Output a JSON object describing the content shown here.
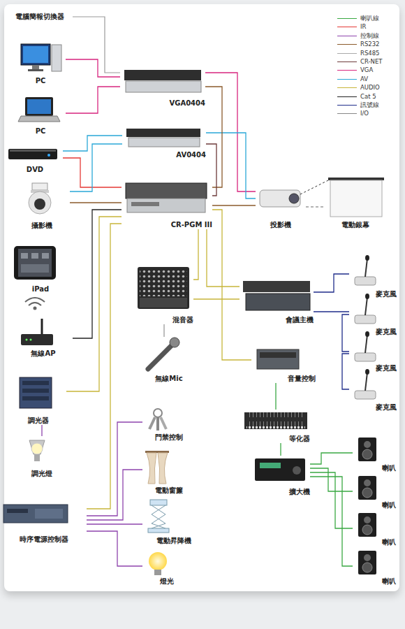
{
  "diagram": {
    "nodes": [
      {
        "text": [
          "PC"
        ]
      },
      {
        "text": [
          "PC"
        ]
      },
      {
        "text": [
          "DVD"
        ]
      },
      {
        "text": [
          "攝影機"
        ]
      },
      {
        "text": [
          "iPad"
        ]
      },
      {
        "text": [
          "無線AP"
        ]
      },
      {
        "text": [
          "調光器"
        ]
      },
      {
        "text": [
          "調光燈"
        ]
      },
      {
        "text": [
          "時序電源控制器"
        ]
      },
      {
        "text": [
          "VGA0404"
        ]
      },
      {
        "text": [
          "AV0404"
        ]
      },
      {
        "text": [
          "CR-PGM III"
        ]
      },
      {
        "text": [
          "投影機"
        ]
      },
      {
        "text": [
          "電動銀幕"
        ]
      },
      {
        "text": [
          "混音器"
        ]
      },
      {
        "text": [
          "無線Mic"
        ]
      },
      {
        "text": [
          "會議主機"
        ]
      },
      {
        "text": [
          "音量控制"
        ]
      },
      {
        "text": [
          "等化器"
        ]
      },
      {
        "text": [
          "擴大機"
        ]
      },
      {
        "text": [
          "麥克風"
        ]
      },
      {
        "text": [
          "麥克風"
        ]
      },
      {
        "text": [
          "麥克風"
        ]
      },
      {
        "text": [
          "麥克風"
        ]
      },
      {
        "text": [
          "喇叭"
        ]
      },
      {
        "text": [
          "喇叭"
        ]
      },
      {
        "text": [
          "喇叭"
        ]
      },
      {
        "text": [
          "喇叭"
        ]
      },
      {
        "text": [
          "門禁控制"
        ]
      },
      {
        "text": [
          "電動窗簾"
        ]
      },
      {
        "text": [
          "電動昇降機"
        ]
      },
      {
        "text": [
          "燈光"
        ]
      }
    ],
    "edges": [
      {
        "from": 0,
        "to": 9,
        "arrow": "none"
      },
      {
        "from": 1,
        "to": 9,
        "arrow": "none"
      },
      {
        "from": 2,
        "to": 10,
        "arrow": "none"
      },
      {
        "from": 2,
        "to": 11,
        "arrow": "none"
      },
      {
        "from": 3,
        "to": 10,
        "arrow": "none"
      },
      {
        "from": 3,
        "to": 11,
        "arrow": "none"
      },
      {
        "from": 5,
        "to": 11,
        "arrow": "none"
      },
      {
        "from": 6,
        "to": 11,
        "arrow": "none"
      },
      {
        "from": 8,
        "to": 11,
        "arrow": "none"
      },
      {
        "from": 6,
        "to": 7,
        "arrow": "none"
      },
      {
        "from": 9,
        "to": 12,
        "arrow": "none"
      },
      {
        "from": 10,
        "to": 12,
        "arrow": "none"
      },
      {
        "from": 11,
        "to": 12,
        "arrow": "none"
      },
      {
        "from": 9,
        "to": 11,
        "arrow": "none"
      },
      {
        "from": 10,
        "to": 11,
        "arrow": "none"
      },
      {
        "from": 12,
        "to": 13,
        "arrow": "none"
      },
      {
        "from": 11,
        "to": 14,
        "arrow": "none"
      },
      {
        "from": 11,
        "to": 16,
        "arrow": "none"
      },
      {
        "from": 11,
        "to": 17,
        "arrow": "none"
      },
      {
        "from": 14,
        "to": 16,
        "arrow": "none"
      },
      {
        "from": 15,
        "to": 14,
        "arrow": "none"
      },
      {
        "from": 16,
        "to": 20,
        "arrow": "none"
      },
      {
        "from": 16,
        "to": 21,
        "arrow": "none"
      },
      {
        "from": 21,
        "to": 22,
        "arrow": "none"
      },
      {
        "from": 22,
        "to": 23,
        "arrow": "none"
      },
      {
        "from": 17,
        "to": 18,
        "arrow": "none"
      },
      {
        "from": 18,
        "to": 19,
        "arrow": "none"
      },
      {
        "from": 19,
        "to": 24,
        "arrow": "none"
      },
      {
        "from": 19,
        "to": 25,
        "arrow": "none"
      },
      {
        "from": 19,
        "to": 26,
        "arrow": "none"
      },
      {
        "from": 19,
        "to": 27,
        "arrow": "none"
      },
      {
        "from": 8,
        "to": 28,
        "arrow": "none"
      },
      {
        "from": 8,
        "to": 29,
        "arrow": "none"
      },
      {
        "from": 8,
        "to": 30,
        "arrow": "none"
      },
      {
        "from": 8,
        "to": 31,
        "arrow": "none"
      }
    ],
    "labels": [
      "電腦簡報切換器"
    ],
    "legend": [
      {
        "text": "喇叭線"
      },
      {
        "text": "IR"
      },
      {
        "text": "控制線"
      },
      {
        "text": "RS232"
      },
      {
        "text": "RS485"
      },
      {
        "text": "CR-NET"
      },
      {
        "text": "VGA"
      },
      {
        "text": "AV"
      },
      {
        "text": "AUDIO"
      },
      {
        "text": "Cat 5"
      },
      {
        "text": "訊號線"
      },
      {
        "text": "I/O"
      }
    ]
  }
}
